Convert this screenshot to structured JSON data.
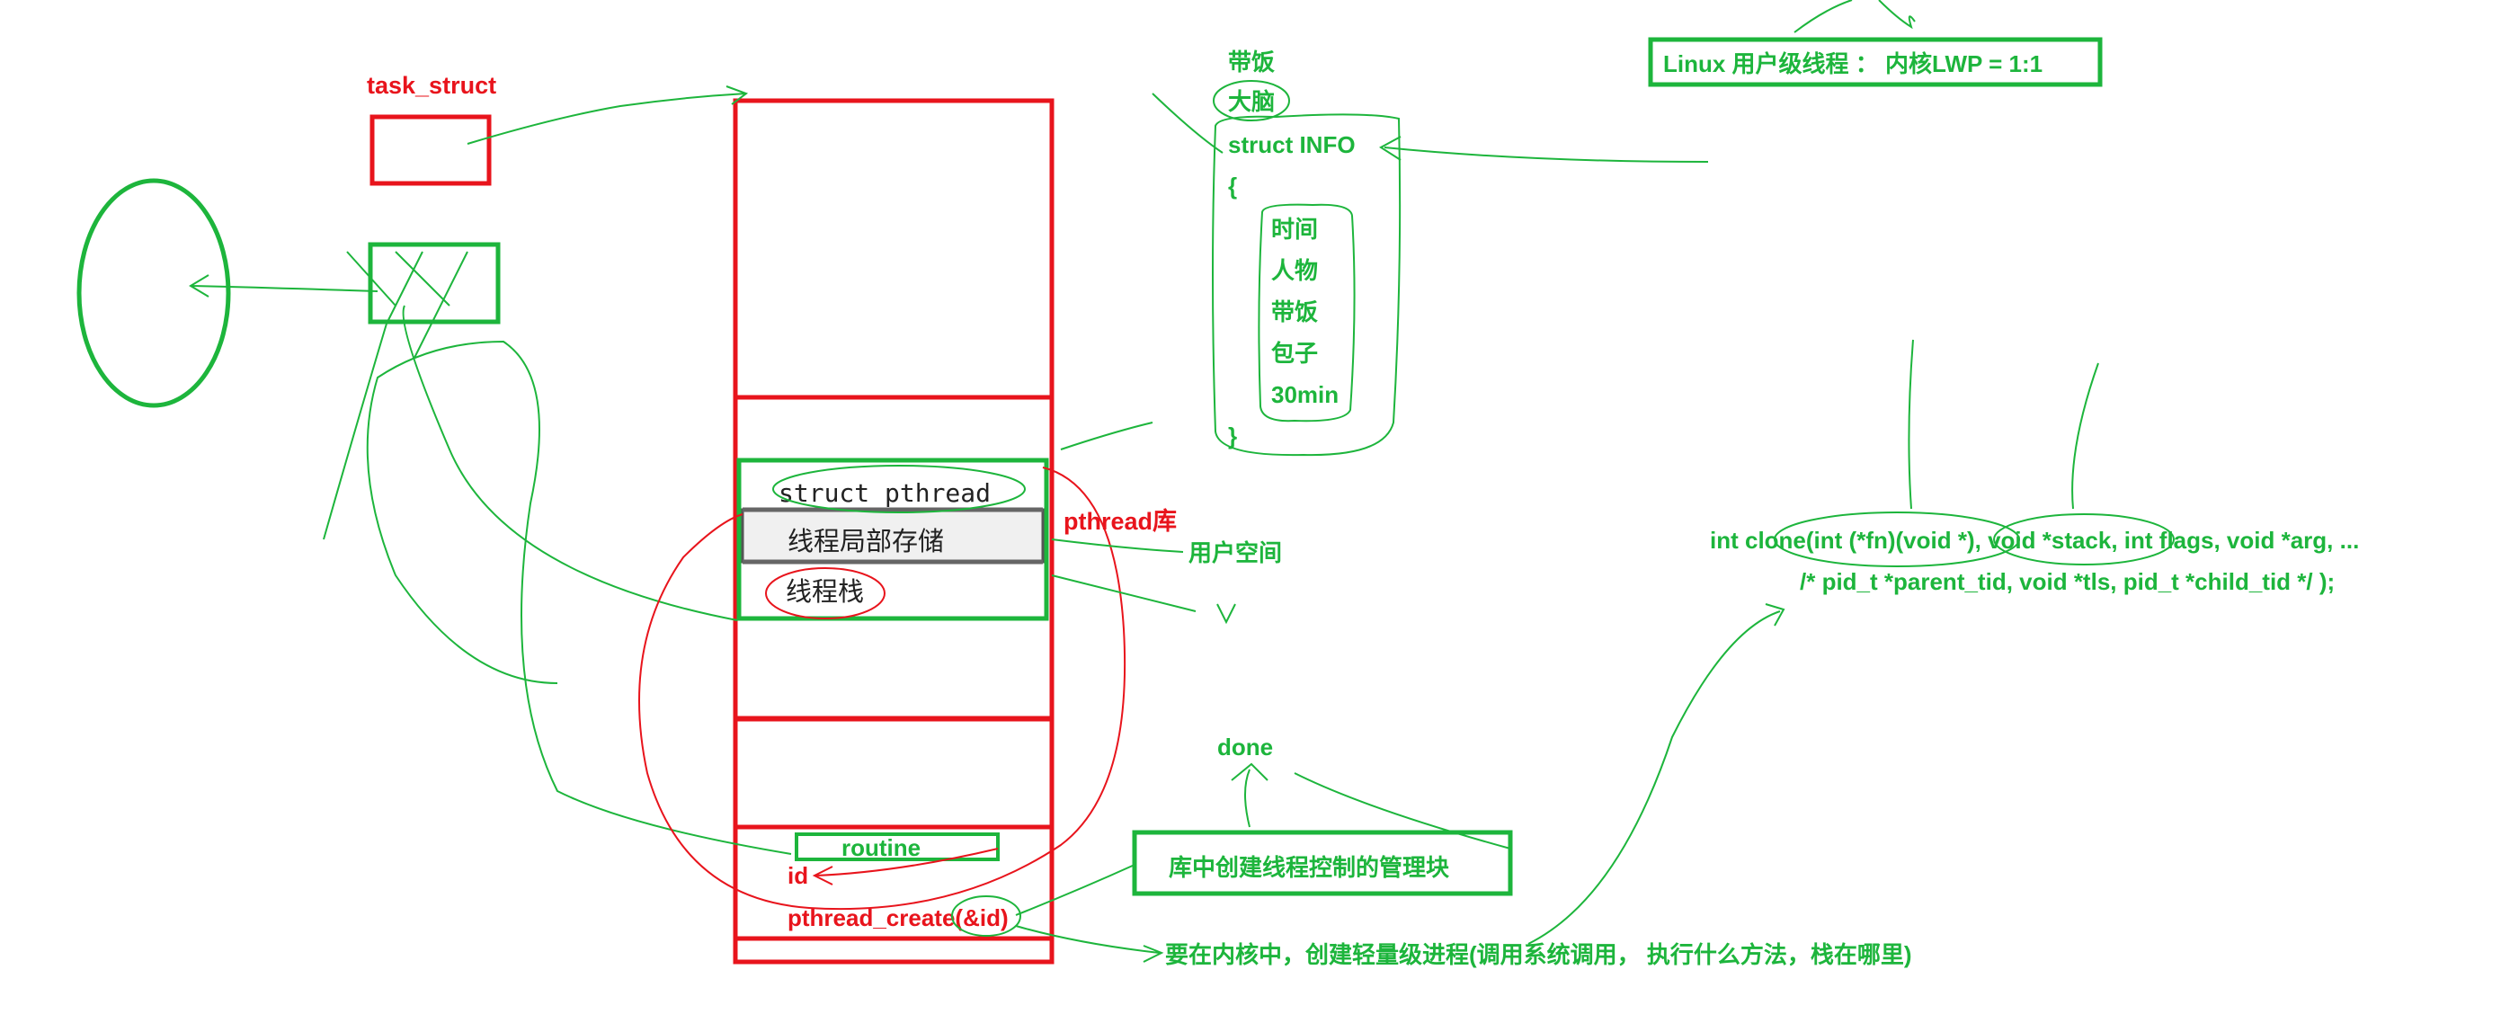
{
  "colors": {
    "red": "#e8141c",
    "green": "#1db53c",
    "dark_text": "#222222"
  },
  "labels": {
    "task_struct": "task_struct",
    "pthread_lib": "pthread库",
    "user_space": "用户空间",
    "done": "done",
    "routine": "routine",
    "id": "id",
    "pthread_create": "pthread_create(&id)",
    "mgmt_block": "库中创建线程控制的管理块",
    "kernel_note": "要在内核中，创建轻量级进程(调用系统调用， 执行什么方法，栈在哪里)",
    "linux_box": "Linux 用户级线程 ： 内核LWP  = 1:1"
  },
  "tcb": {
    "struct_pthread": "struct pthread",
    "tls": "线程局部存储",
    "stack": "线程栈"
  },
  "info_struct": {
    "title1": "带饭",
    "title2": "大脑",
    "header": "struct INFO",
    "open_brace": "{",
    "fields": [
      "时间",
      "人物",
      "带饭",
      "包子",
      "30min"
    ],
    "close_brace": "}"
  },
  "clone": {
    "line1": "int clone(int (*fn)(void *), void *stack, int flags, void *arg, ...",
    "line2": "/* pid_t *parent_tid, void *tls, pid_t *child_tid */ );"
  }
}
